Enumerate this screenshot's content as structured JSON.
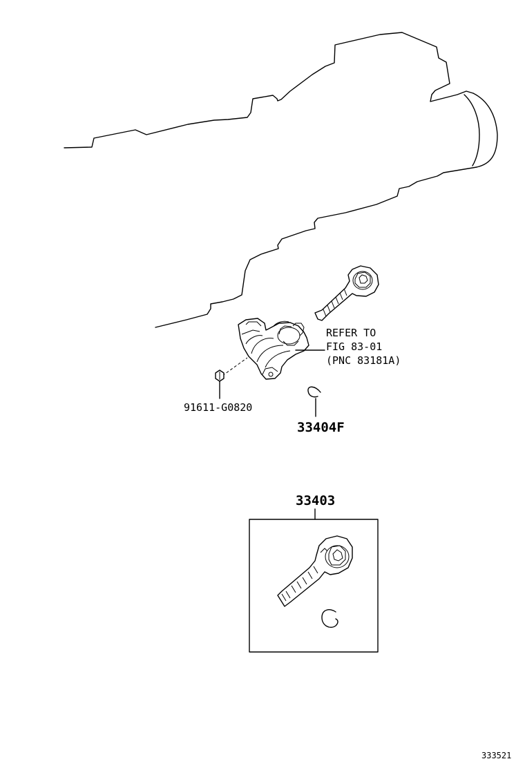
{
  "callouts": {
    "refer_line1": "REFER TO",
    "refer_line2": "FIG 83-01",
    "refer_line3": "(PNC 83181A)",
    "bolt_part": "91611-G0820",
    "clip_part": "33404F",
    "kit_part": "33403"
  },
  "footer": {
    "illustration_number": "333521"
  }
}
